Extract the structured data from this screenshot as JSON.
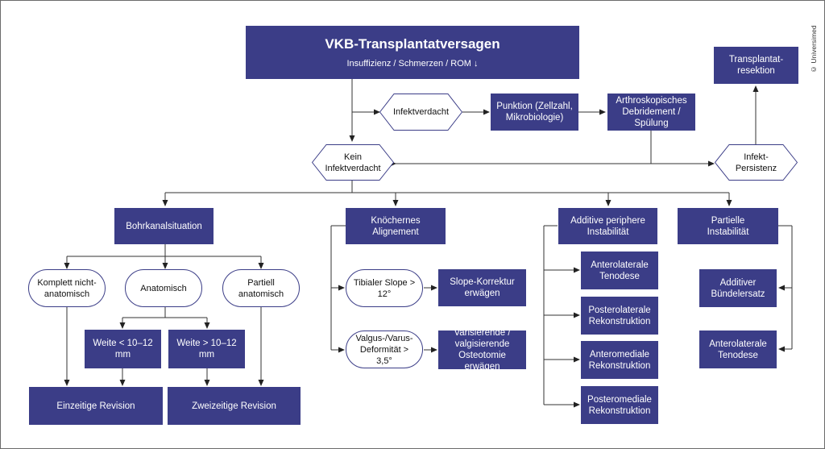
{
  "title": {
    "heading": "VKB-Transplantatversagen",
    "subtitle": "Insuffizienz / Schmerzen / ROM ↓"
  },
  "infection_suspected": "Infektverdacht",
  "puncture": "Punktion (Zellzahl, Mikrobiologie)",
  "debridement": "Arthroskopisches Debridement / Spülung",
  "graft_resection": "Transplantat-resektion",
  "no_infection": "Kein Infektverdacht",
  "infection_persistence": "Infekt-Persistenz",
  "tunnel_situation": "Bohrkanalsituation",
  "tunnel_types": {
    "complete_non_anatomic": "Komplett nicht-anatomisch",
    "anatomic": "Anatomisch",
    "partial_anatomic": "Partiell anatomisch"
  },
  "width_small": "Weite < 10–12 mm",
  "width_large": "Weite > 10–12 mm",
  "single_stage": "Einzeitige Revision",
  "two_stage": "Zweizeitige Revision",
  "bony_alignment": "Knöchernes Alignement",
  "tibial_slope": "Tibialer Slope > 12°",
  "slope_correction": "Slope-Korrektur erwägen",
  "valgus_varus": "Valgus-/Varus-Deformität > 3,5°",
  "osteotomy": "Varisierende / valgisierende Osteotomie erwägen",
  "additive_instability": "Additive periphere Instabilität",
  "additive_options": [
    "Anterolaterale Tenodese",
    "Posterolaterale Rekonstruktion",
    "Anteromediale Rekonstruktion",
    "Posteromediale Rekonstruktion"
  ],
  "partial_instability": "Partielle Instabilität",
  "partial_options": [
    "Additiver Bündelersatz",
    "Anterolaterale Tenodese"
  ],
  "copyright": "© Universimed",
  "colors": {
    "box_fill": "#3b3d87",
    "box_text": "#ffffff",
    "outline": "#3b3d87",
    "line": "#333333"
  }
}
